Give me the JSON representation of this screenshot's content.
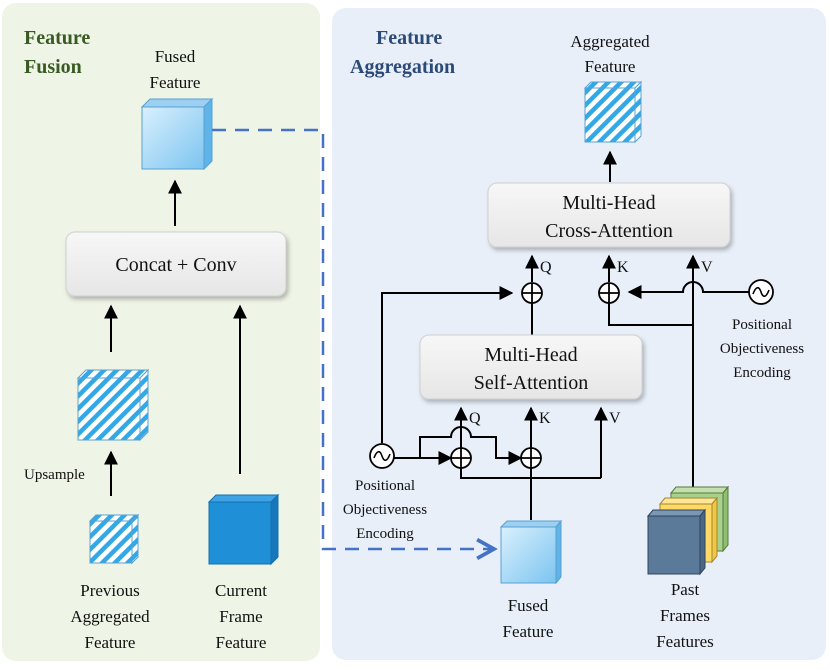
{
  "left_panel": {
    "title_line1": "Feature",
    "title_line2": "Fusion",
    "background": "#eef4e6",
    "title_color": "#3b5a23",
    "fused_label_line1": "Fused",
    "fused_label_line2": "Feature",
    "concat_label": "Concat + Conv",
    "upsample_label": "Upsample",
    "previous_label_line1": "Previous",
    "previous_label_line2": "Aggregated",
    "previous_label_line3": "Feature",
    "current_label_line1": "Current",
    "current_label_line2": "Frame",
    "current_label_line3": "Feature"
  },
  "right_panel": {
    "title_line1": "Feature",
    "title_line2": "Aggregation",
    "background": "#e8eff9",
    "title_color": "#2c4a78",
    "aggregated_label_line1": "Aggregated",
    "aggregated_label_line2": "Feature",
    "cross_attention_line1": "Multi-Head",
    "cross_attention_line2": "Cross-Attention",
    "self_attention_line1": "Multi-Head",
    "self_attention_line2": "Self-Attention",
    "q_label": "Q",
    "k_label": "K",
    "v_label": "V",
    "pos_enc_line1": "Positional",
    "pos_enc_line2": "Objectiveness",
    "pos_enc_line3": "Encoding",
    "fused_label_line1": "Fused",
    "fused_label_line2": "Feature",
    "past_label_line1": "Past",
    "past_label_line2": "Frames",
    "past_label_line3": "Features"
  },
  "colors": {
    "dashed_link": "#4472c4",
    "cube_light": "#a8d8f5",
    "cube_dark": "#1f8fd8",
    "stripe": "#33a8e6",
    "past_green": "#a9d18e",
    "past_yellow": "#ffd966",
    "past_slate": "#5b7a99"
  }
}
